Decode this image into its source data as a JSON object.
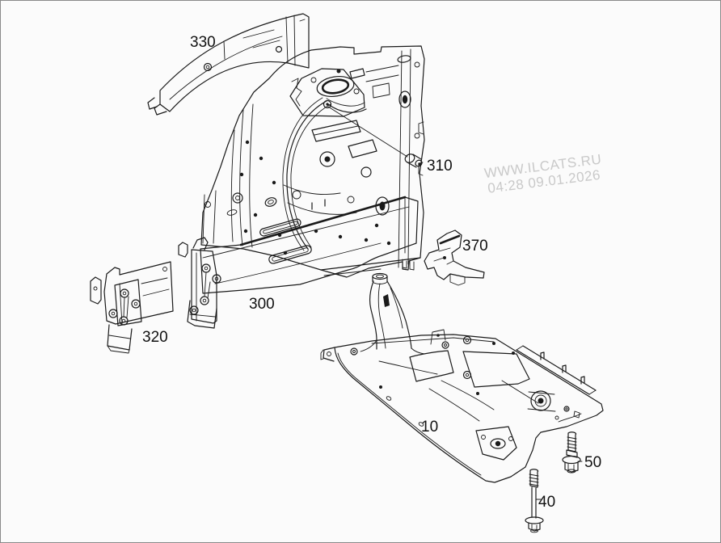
{
  "watermark": {
    "line1": "WWW.ILCATS.RU",
    "line2": "04:28 09.01.2026",
    "color": "#c9c9c9"
  },
  "parts": [
    {
      "label": "330"
    },
    {
      "label": "310"
    },
    {
      "label": "370"
    },
    {
      "label": "300"
    },
    {
      "label": "320"
    },
    {
      "label": "10"
    },
    {
      "label": "50"
    },
    {
      "label": "40"
    }
  ],
  "colors": {
    "ink": "#1a1a1a",
    "background": "#fbfbfb",
    "border": "#8a8a8a",
    "watermark": "#c9c9c9"
  }
}
